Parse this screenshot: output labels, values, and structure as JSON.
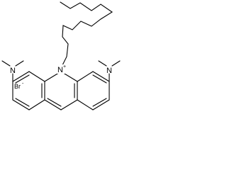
{
  "molecule": {
    "ring_nitrogen": {
      "symbol": "N",
      "charge": "+"
    },
    "left_amine": {
      "symbol": "N"
    },
    "right_amine": {
      "symbol": "N"
    },
    "counterion": {
      "symbol": "Br",
      "charge": "-"
    }
  }
}
